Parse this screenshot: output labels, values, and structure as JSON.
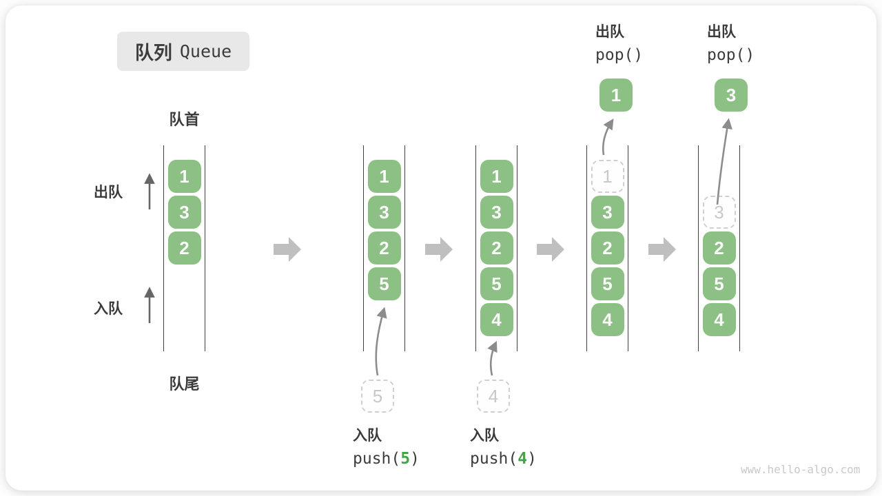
{
  "title": {
    "zh": "队列",
    "en": "Queue"
  },
  "front_label": "队首",
  "rear_label": "队尾",
  "side": {
    "dequeue": "出队",
    "enqueue": "入队"
  },
  "queues": [
    {
      "cells": [
        "1",
        "3",
        "2"
      ]
    },
    {
      "cells": [
        "1",
        "3",
        "2",
        "5"
      ],
      "pending": "5"
    },
    {
      "cells": [
        "1",
        "3",
        "2",
        "5",
        "4"
      ],
      "pending": "4"
    },
    {
      "ghost": "1",
      "cells": [
        "3",
        "2",
        "5",
        "4"
      ],
      "popped": "1"
    },
    {
      "ghost": "3",
      "cells": [
        "2",
        "5",
        "4"
      ],
      "popped": "3"
    }
  ],
  "ops": {
    "push5": {
      "action": "入队",
      "fn_open": "push(",
      "arg": "5",
      "fn_close": ")"
    },
    "push4": {
      "action": "入队",
      "fn_open": "push(",
      "arg": "4",
      "fn_close": ")"
    },
    "pop1": {
      "action": "出队",
      "fn": "pop()"
    },
    "pop2": {
      "action": "出队",
      "fn": "pop()"
    }
  },
  "watermark": "www.hello-algo.com",
  "colors": {
    "cell_green": "#8dc084",
    "push_arg_green": "#44a248",
    "title_bg": "#e8e8e8",
    "step_arrow_gray": "#bfbfbf",
    "curve_arrow_gray": "#8c8c8c",
    "text_dark": "#3b3b3b",
    "ghost_gray": "#cfcfcf",
    "watermark_gray": "#c9c9c9"
  }
}
